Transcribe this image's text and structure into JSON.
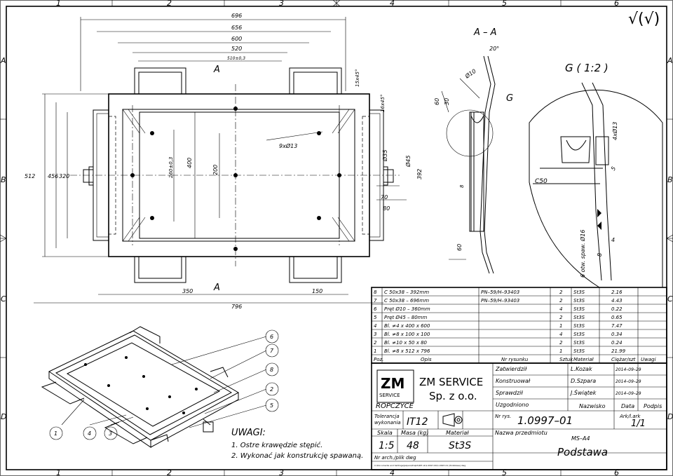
{
  "border": {
    "columns": [
      "1",
      "2",
      "3",
      "4",
      "5",
      "6"
    ],
    "rows": [
      "A",
      "B",
      "C",
      "D"
    ]
  },
  "finish_mark": "√(√)",
  "view_front": {
    "dims_top": [
      "696",
      "656",
      "600",
      "520",
      "510±0,3"
    ],
    "dims_left": [
      "512",
      "456",
      "320",
      "260±0,3",
      "400",
      "200"
    ],
    "dims_bottom": [
      "350",
      "150",
      "796"
    ],
    "callouts": [
      "9xØ13",
      "Ø35",
      "Ø45",
      "70",
      "80",
      "392",
      "16x45°",
      "15x45°"
    ],
    "section_mark": "A"
  },
  "view_section": {
    "title": "A – A",
    "angle": "20°",
    "labels": [
      "Ø10",
      "30",
      "60",
      "8",
      "60"
    ],
    "detail_ref": "G"
  },
  "view_detail": {
    "title": "G ( 1:2 )",
    "labels": [
      "4xØ13",
      "C50",
      "4",
      "8",
      "6 otw. spaw. Ø16",
      "5"
    ]
  },
  "bom": {
    "headers": [
      "Poz.",
      "Opis",
      "Nr rysunku",
      "Sztuk",
      "Materiał",
      "Ciężar/szt",
      "Uwagi"
    ],
    "rows": [
      [
        "8",
        "C 50x38 – 392mm",
        "PN–59/H–93403",
        "2",
        "St3S",
        "2.16",
        ""
      ],
      [
        "7",
        "C 50x38 – 696mm",
        "PN–59/H–93403",
        "2",
        "St3S",
        "4.43",
        ""
      ],
      [
        "6",
        "Pręt Ø10 – 360mm",
        "",
        "4",
        "St3S",
        "0.22",
        ""
      ],
      [
        "5",
        "Pręt Ø45 – 80mm",
        "",
        "2",
        "St3S",
        "0.65",
        ""
      ],
      [
        "4",
        "Bl. ≠4 x 400 x 600",
        "",
        "1",
        "St3S",
        "7.47",
        ""
      ],
      [
        "3",
        "Bl. ≠8 x 100 x 100",
        "",
        "4",
        "St3S",
        "0.34",
        ""
      ],
      [
        "2",
        "Bl. ≠10 x 50 x 80",
        "",
        "2",
        "St3S",
        "0.24",
        ""
      ],
      [
        "1",
        "Bl. ≠8 x 512 x 796",
        "",
        "1",
        "St3S",
        "21.99",
        ""
      ]
    ]
  },
  "iso_balloons": [
    "6",
    "7",
    "8",
    "2",
    "5",
    "1",
    "4",
    "3"
  ],
  "notes": {
    "title": "UWAGI:",
    "items": [
      "1. Ostre krawędzie stępić.",
      "2. Wykonać jak konstrukcję spawaną."
    ]
  },
  "title_block": {
    "company_logo": "ZM SERVICE",
    "company": "ZM SERVICE",
    "company2": "Sp. z o.o.",
    "city": "ROPCZYCE",
    "approvals": [
      {
        "role": "Zatwierdził",
        "name": "L.Kozak",
        "date": "2014–09–29"
      },
      {
        "role": "Konstruował",
        "name": "D.Szpara",
        "date": "2014–09–29"
      },
      {
        "role": "Sprawdził",
        "name": "J.Świątek",
        "date": "2014–09–29"
      },
      {
        "role": "Uzgodniono",
        "name": "",
        "date": ""
      }
    ],
    "col_name": "Nazwisko",
    "col_date": "Data",
    "col_sign": "Podpis",
    "tolerance_label": "Tolerancja wykonania",
    "tolerance": "IT12",
    "drawing_no_label": "Nr rys.",
    "drawing_no": "1.0997–01",
    "sheet_label": "Ark/l.ark",
    "sheet": "1/1",
    "scale_label": "Skala",
    "scale": "1:5",
    "mass_label": "Masa (kg)",
    "mass": "48",
    "material_label": "Materiał",
    "material": "St3S",
    "name_label": "Nazwa przedmiotu",
    "format": "MS–A4",
    "name": "Podstawa",
    "archive_label": "Nr arch./plik dwg",
    "archive_path": "C:\\Documents and Settings\\Jszpara\\Pulpit\\ZM ok\\1.0997-00\\1.0997-01 (Podstawa).dwg"
  }
}
